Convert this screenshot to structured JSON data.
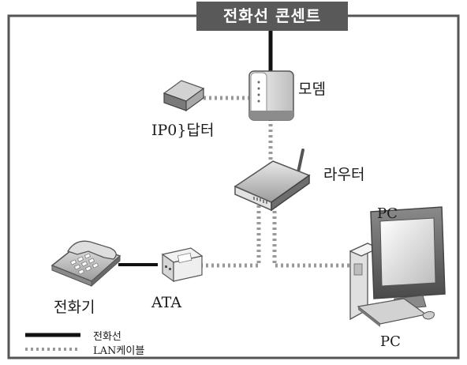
{
  "header": {
    "outlet_label": "전화선 콘센트"
  },
  "devices": {
    "modem": "모뎀",
    "ip_adapter": "IP0}답터",
    "router": "라우터",
    "pc": "PC",
    "phone": "전화기",
    "ata": "ATA"
  },
  "legend": {
    "phone_line": "전화선",
    "lan_cable": "LAN케이블"
  },
  "colors": {
    "phone_line": "#111111",
    "lan_cable": "#9a9a9a",
    "border": "#555555",
    "header_bg": "#595959"
  }
}
